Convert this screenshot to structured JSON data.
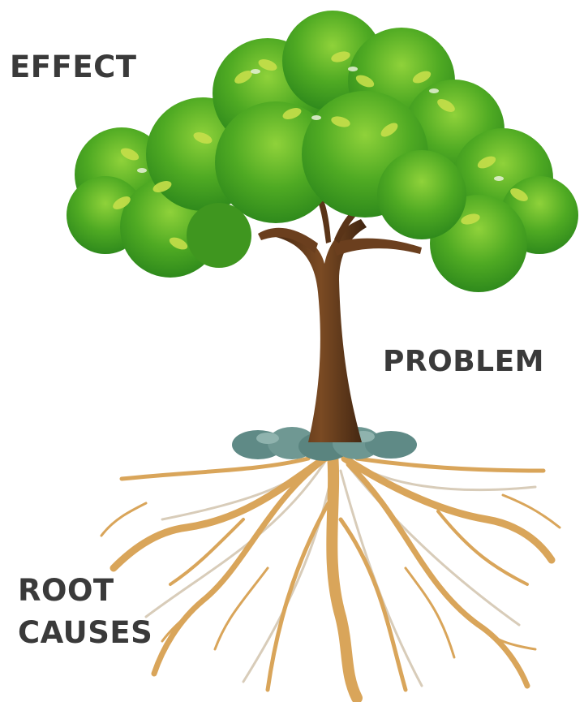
{
  "labels": {
    "effect": "EFFECT",
    "problem": "PROBLEM",
    "root_causes_line1": "ROOT",
    "root_causes_line2": "CAUSES"
  },
  "colors": {
    "canopy_dark": "#2f8a1c",
    "canopy_mid": "#4faa23",
    "canopy_light": "#7cc52e",
    "leaf_highlight": "#c6df4a",
    "trunk": "#6b3f1e",
    "trunk_dark": "#4a2a12",
    "rocks": "#5f8a86",
    "roots": "#d9a55a",
    "roots_faint": "#c9b28e",
    "text": "#3a3a3a"
  }
}
